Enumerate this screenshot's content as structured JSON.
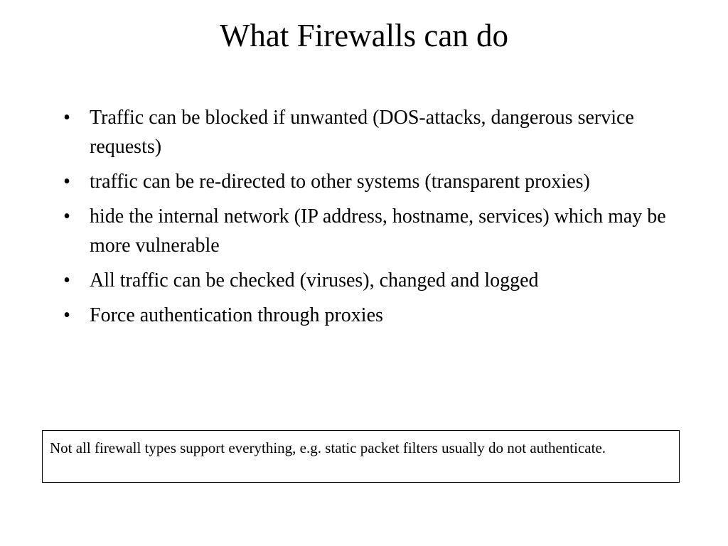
{
  "slide": {
    "title": "What Firewalls can do",
    "bullet_symbol": "•",
    "bullets": [
      "Traffic can be blocked if unwanted (DOS-attacks, dangerous service requests)",
      "traffic can be re-directed to other systems (transparent proxies)",
      "hide the internal network (IP address, hostname, services) which may be more vulnerable",
      "All traffic can be checked (viruses), changed and logged",
      "Force authentication through proxies"
    ],
    "note": "Not all firewall types support everything, e.g. static packet filters usually do not authenticate."
  }
}
